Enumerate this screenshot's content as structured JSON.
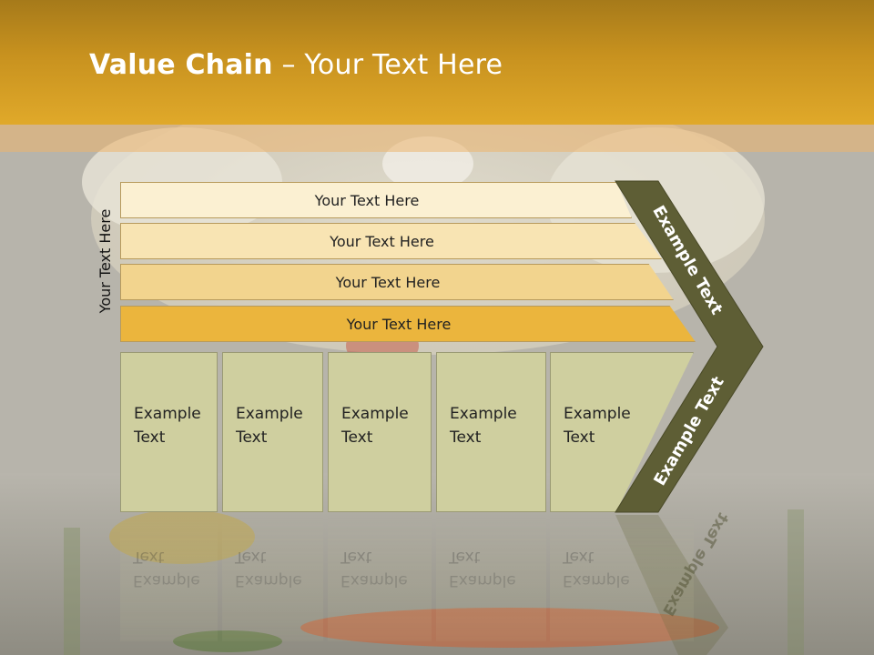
{
  "slide": {
    "title_bold": "Value Chain",
    "title_rest": " – Your Text Here",
    "vertical_label": "Your Text Here",
    "bars": [
      {
        "label": "Your Text Here"
      },
      {
        "label": "Your Text Here"
      },
      {
        "label": "Your Text Here"
      },
      {
        "label": "Your Text Here"
      }
    ],
    "boxes": [
      {
        "label": "Example\nText"
      },
      {
        "label": "Example\nText"
      },
      {
        "label": "Example\nText"
      },
      {
        "label": "Example\nText"
      },
      {
        "label": "Example\nText"
      }
    ],
    "chevron_upper_label": "Example Text",
    "chevron_lower_label": "Example Text"
  },
  "colors": {
    "header": "#c8921f",
    "chevron": "#5e5e35",
    "box_fill": "#cfcf9f",
    "bar_fills": [
      "#fbf0d2",
      "#f8e4b3",
      "#f2d48e",
      "#ebb53d"
    ]
  }
}
